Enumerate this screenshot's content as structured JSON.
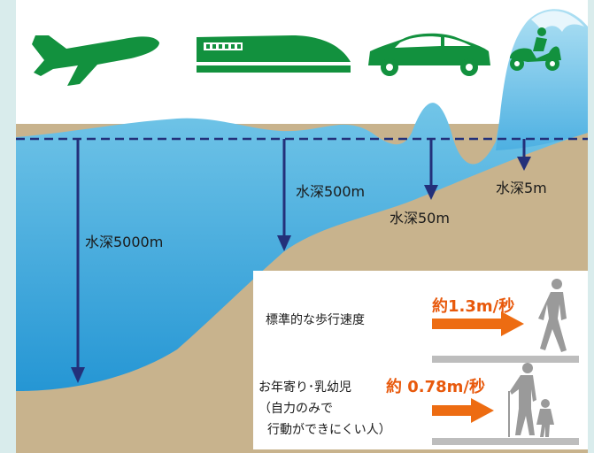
{
  "labels": {
    "depth_5000": "水深5000m",
    "depth_500": "水深500m",
    "depth_50": "水深50m",
    "depth_5": "水深5m"
  },
  "panel": {
    "walk_label": "標準的な歩行速度",
    "walk_speed": "約1.3m/秒",
    "elderly_line1": "お年寄り･乳幼児",
    "elderly_line2": "（自力のみで",
    "elderly_line3": "行動ができにくい人）",
    "elderly_speed": "約 0.78m/秒"
  },
  "icons": [
    "airplane-icon",
    "bullet-train-icon",
    "car-icon",
    "scooter-icon"
  ],
  "colors": {
    "sea_top": "#7ecdea",
    "sea_bottom": "#2a9ad6",
    "seabed": "#c9b48e",
    "green": "#12913e",
    "arrow": "#23307a",
    "orange": "#ed6c12"
  }
}
